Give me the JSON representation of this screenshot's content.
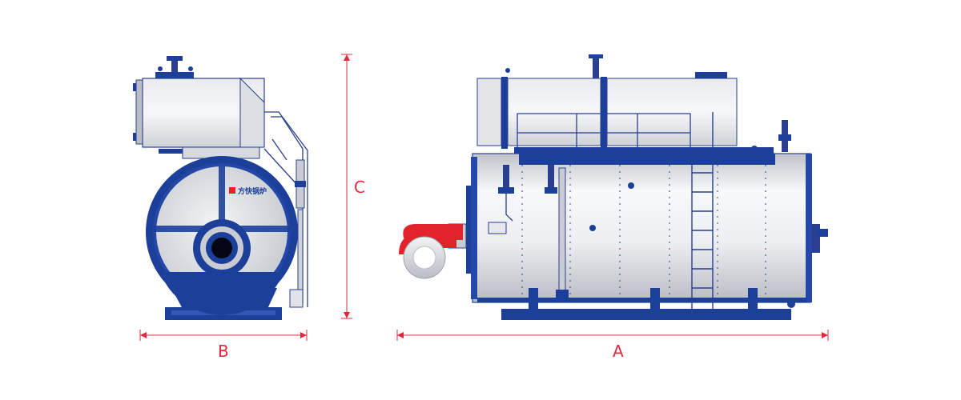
{
  "diagram": {
    "dimensions": {
      "length": "A",
      "width": "B",
      "height": "C"
    },
    "brand": {
      "text": "方快锅炉"
    },
    "colors": {
      "dimension_line": "#e0283c",
      "steel_blue": "#1c3f9a",
      "shell_light": "#f2f3f5",
      "shell_shade": "#c9ccd2",
      "burner_red": "#e2232b",
      "outline": "#2a3f8f"
    }
  }
}
